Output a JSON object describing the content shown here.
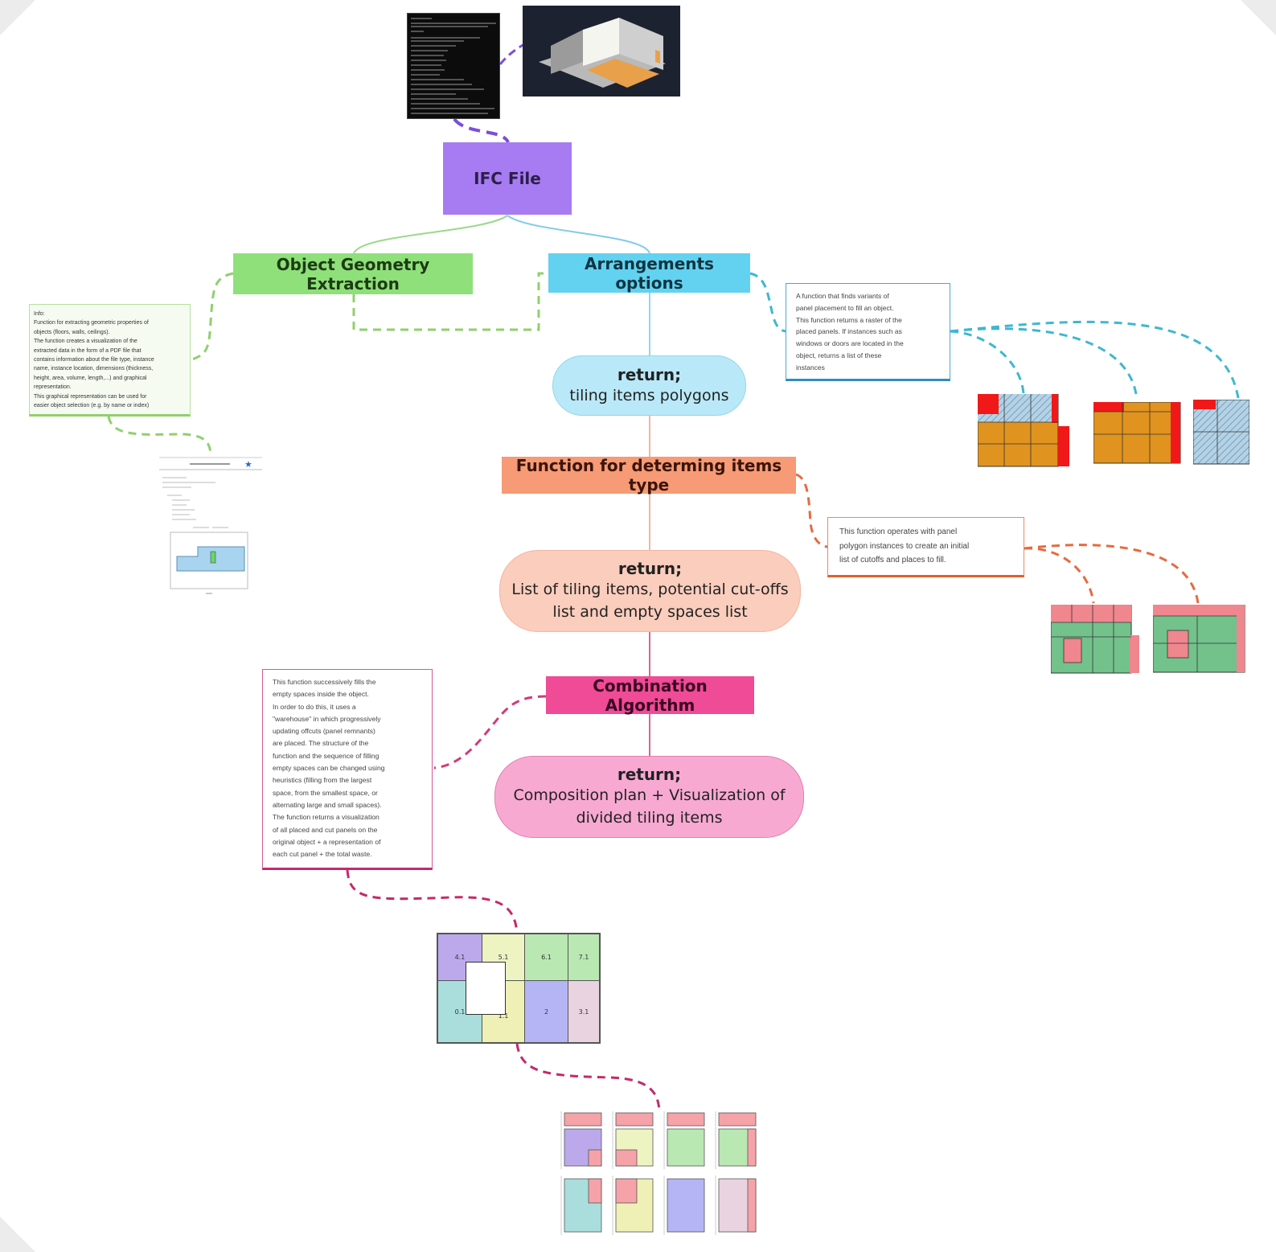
{
  "nodes": {
    "ifc": {
      "label": "IFC File"
    },
    "oge": {
      "label": "Object Geometry Extraction"
    },
    "arr": {
      "label": "Arrangements options"
    },
    "ret1": {
      "title": "return;",
      "text": "tiling items polygons"
    },
    "fdt": {
      "label": "Function for determing items type"
    },
    "ret2": {
      "title": "return;",
      "line1": "List of tiling items, potential cut-offs",
      "line2": "list and empty spaces list"
    },
    "comb": {
      "label": "Combination Algorithm"
    },
    "ret3": {
      "title": "return;",
      "line1": "Composition plan + Visualization of",
      "line2": "divided tiling items"
    }
  },
  "notes": {
    "info": {
      "lines": [
        "Info:",
        "Function for extracting geometric properties of",
        "objects (floors, walls, ceilings).",
        "The function creates a visualization of the",
        "extracted data in the form of a PDF file that",
        "contains information about the file type, instance",
        "name, instance location, dimensions (thickness,",
        "height, area, volume, length,...) and graphical",
        "representation.",
        "This graphical representation can be used for",
        "easier object selection (e.g. by name or index)"
      ]
    },
    "arrangement": {
      "lines": [
        "A function that finds variants of",
        "panel placement to fill an object.",
        "This function returns a raster of the",
        "placed panels. If instances such as",
        "windows or doors are located in the",
        "object, returns a list of these",
        "instances"
      ]
    },
    "types": {
      "lines": [
        "This function operates with panel",
        "polygon instances to create an initial",
        "list of cutoffs and places to fill."
      ]
    },
    "combination": {
      "lines": [
        "This function successively fills the",
        "empty spaces inside the object.",
        "In order to do this, it uses a",
        "\"warehouse\" in which progressively",
        "updating offcuts (panel remnants)",
        "are placed. The structure of the",
        "function and the sequence of filling",
        "empty spaces can be changed using",
        "heuristics (filling from the largest",
        "space, from the smallest space, or",
        "alternating large and small spaces).",
        "The function returns a visualization",
        "of all placed and cut panels on the",
        "original object + a representation of",
        "each cut panel + the total waste."
      ]
    }
  },
  "layout_panel": {
    "cells": [
      "4.1",
      "5.1",
      "6.1",
      "7.1",
      "0.1",
      "1.1",
      "2",
      "3.1"
    ]
  },
  "colors": {
    "ifc": "#a77bf2",
    "oge": "#8fe07a",
    "arr": "#62d2f0",
    "ret1": "#b9e9f8",
    "fdt": "#f79a76",
    "ret2": "#fbcdbd",
    "comb": "#ef4b97",
    "ret3": "#f8a9d2",
    "orange_tile": "#e0931f",
    "red_block": "#f01818",
    "hatch_blue": "#b4d2e4",
    "green_tile": "#73c18b",
    "pink_tile": "#f0868e"
  }
}
